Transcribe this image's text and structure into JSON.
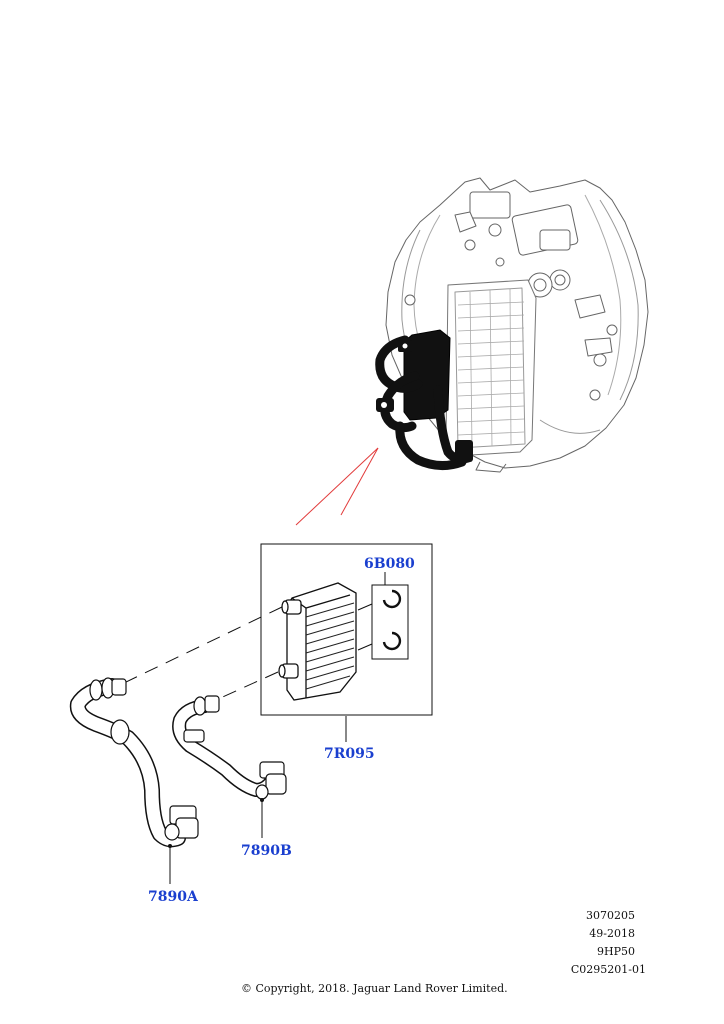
{
  "callouts": {
    "oring": "6B080",
    "cooler": "7R095",
    "hose_b": "7890B",
    "hose_a": "7890A"
  },
  "reference": {
    "line1": "3070205",
    "line2": "49-2018",
    "line3": "9HP50",
    "line4": "C0295201-01"
  },
  "copyright": "© Copyright, 2018. Jaguar Land Rover Limited.",
  "colors": {
    "callout": "#1a3fcf",
    "leader_red": "#e23b3b",
    "line": "#111111"
  },
  "icons": [
    "transmission-assembly",
    "oil-cooler",
    "o-ring-seal",
    "cooler-hose"
  ]
}
